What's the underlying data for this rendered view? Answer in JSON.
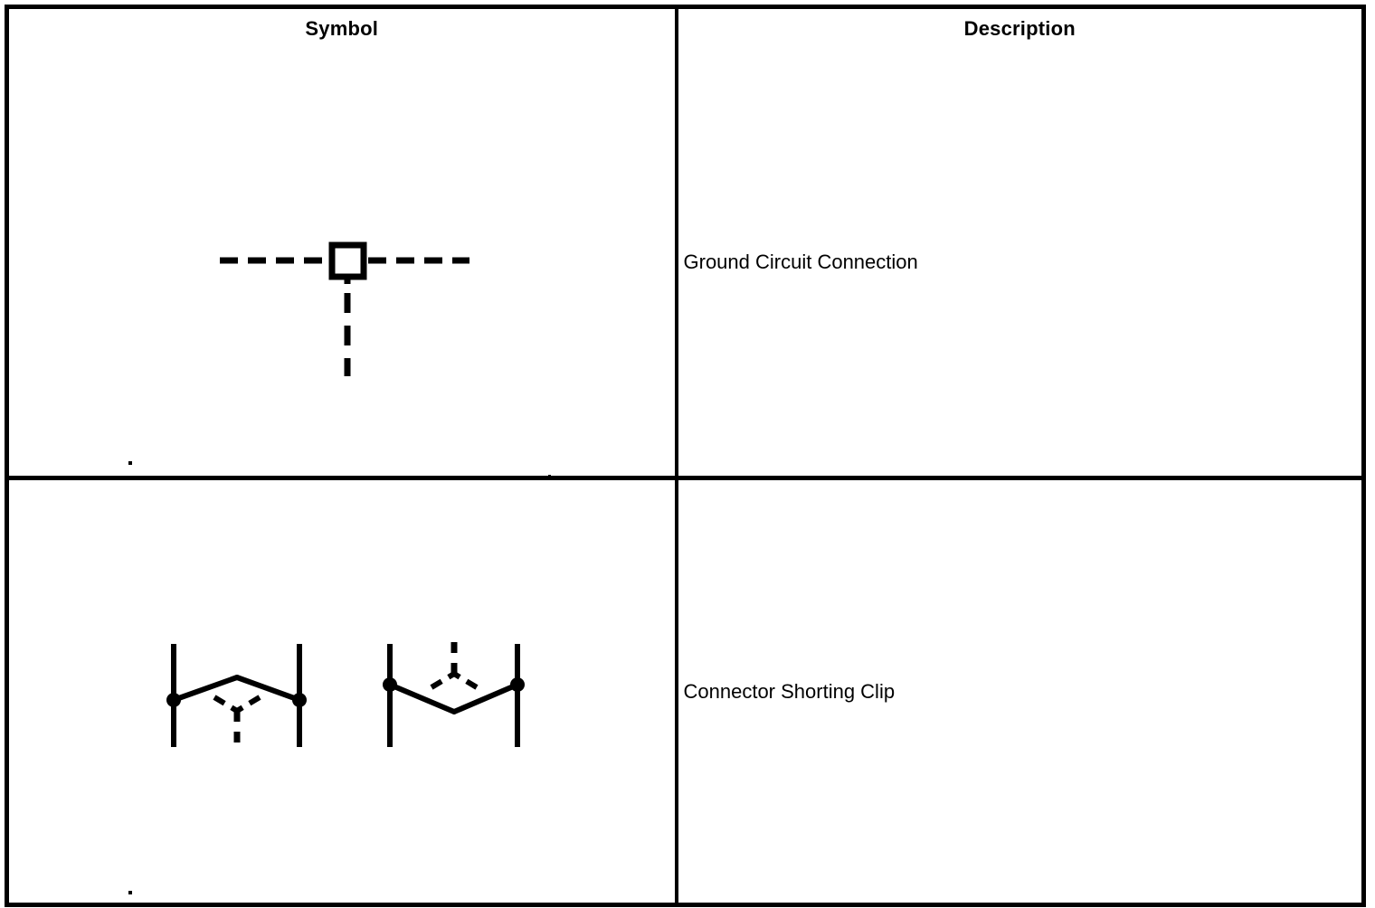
{
  "document": {
    "type": "symbol-legend-table",
    "background_color": "#ffffff",
    "line_color": "#000000"
  },
  "table": {
    "columns": [
      {
        "key": "symbol",
        "header": "Symbol"
      },
      {
        "key": "description",
        "header": "Description"
      }
    ],
    "rows": [
      {
        "symbol_name": "ground-circuit-connection-symbol",
        "description": "Ground Circuit Connection",
        "symbol_parts": [
          "square-terminal",
          "horizontal-dashed-wire",
          "vertical-dashed-wire-down"
        ]
      },
      {
        "symbol_name": "connector-shorting-clip-symbol",
        "description": "Connector Shorting Clip",
        "symbol_parts": [
          "left-clip-two-vertical-terminals",
          "left-clip-solid-contact-arms-up",
          "left-clip-dashed-branch-down",
          "right-clip-two-vertical-terminals",
          "right-clip-solid-contact-arms-down",
          "right-clip-dashed-branch-up"
        ]
      }
    ]
  },
  "artifacts": {
    "specks": 3
  }
}
